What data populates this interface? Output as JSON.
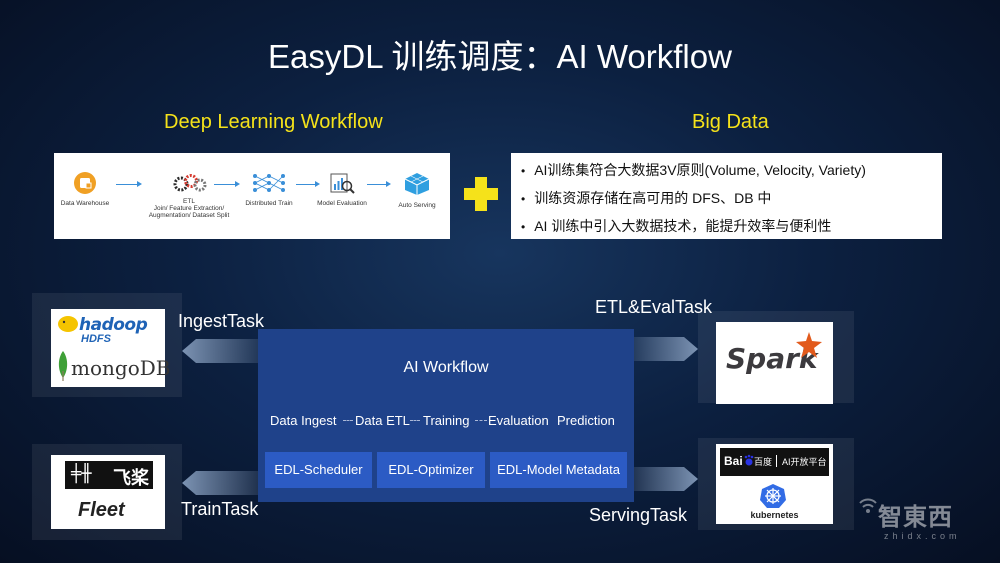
{
  "title": "EasyDL 训练调度：AI Workflow",
  "sections": {
    "left_title": "Deep Learning Workflow",
    "right_title": "Big Data"
  },
  "dl_workflow": {
    "steps": [
      {
        "icon": "database-icon",
        "label": "Data Warehouse"
      },
      {
        "icon": "gears-icon",
        "label": "ETL\nJoin/ Feature Extraction/\nAugmentation/ Dataset Split"
      },
      {
        "icon": "neural-network-icon",
        "label": "Distributed Train"
      },
      {
        "icon": "chart-magnifier-icon",
        "label": "Model Evaluation"
      },
      {
        "icon": "cube-icon",
        "label": "Auto Serving"
      }
    ]
  },
  "big_data": {
    "bullets": [
      "AI训练集符合大数据3V原则(Volume, Velocity, Variety)",
      "训练资源存储在高可用的 DFS、DB 中",
      "AI 训练中引入大数据技术，能提升效率与便利性"
    ]
  },
  "ai_workflow": {
    "title": "AI Workflow",
    "flow": [
      "Data Ingest",
      "Data ETL",
      "Training",
      "Evaluation",
      "Prediction"
    ],
    "buttons": [
      "EDL-Scheduler",
      "EDL-Optimizer",
      "EDL-Model Metadata"
    ]
  },
  "tasks": {
    "ingest": "IngestTask",
    "etl_eval": "ETL&EvalTask",
    "train": "TrainTask",
    "serving": "ServingTask"
  },
  "logos": {
    "hadoop": "hadoop",
    "hdfs": "HDFS",
    "mongodb": "mongoDB",
    "spark": "Spark",
    "paddle_brand": "飞桨",
    "fleet": "Fleet",
    "baidu_ai": "AI开放平台",
    "baidu_prefix": "Bai",
    "baidu_suffix": "百度",
    "kubernetes": "kubernetes"
  },
  "watermark": {
    "brand": "智東西",
    "url": "zhidx.com"
  },
  "colors": {
    "accent_yellow": "#f5e21a",
    "workflow_box": "#1f428a",
    "workflow_button": "#2c5bc4",
    "flow_arrow": "#3a8fd8"
  }
}
